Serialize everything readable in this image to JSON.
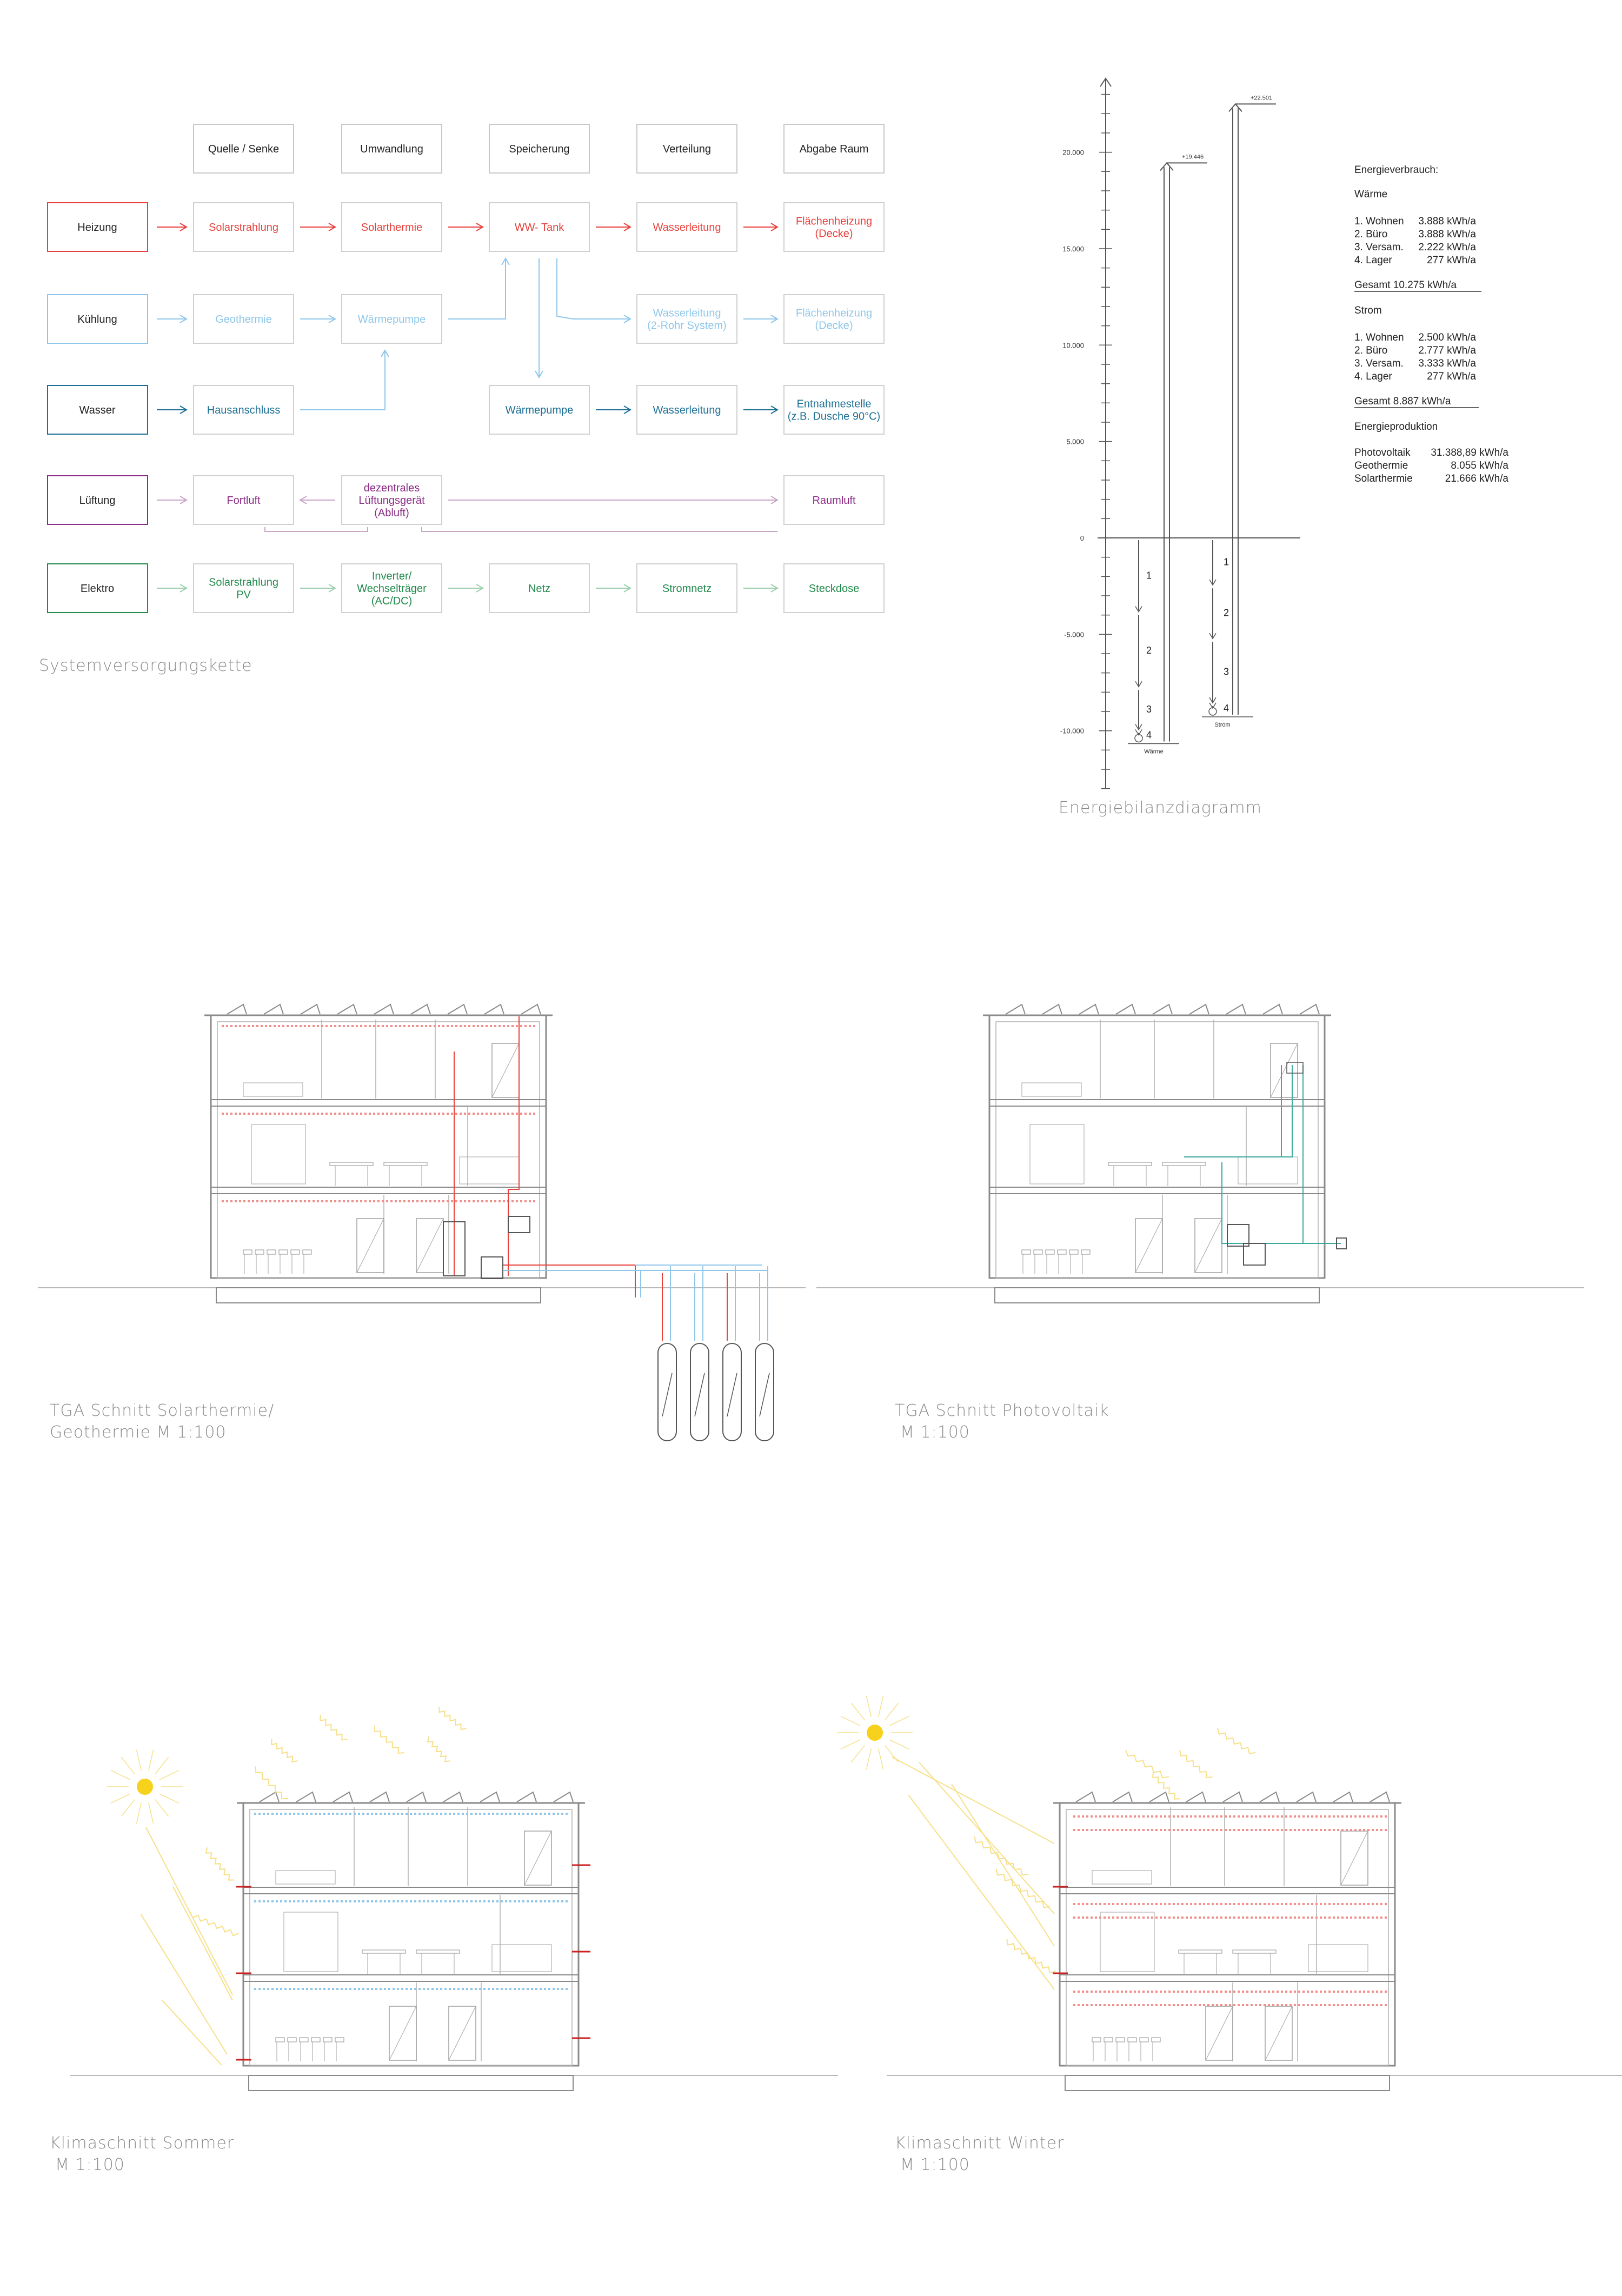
{
  "supply_chain": {
    "caption": "Systemversorgungskette",
    "headers": [
      "Quelle / Senke",
      "Umwandlung",
      "Speicherung",
      "Verteilung",
      "Abgabe Raum"
    ],
    "rows": [
      {
        "label": "Heizung",
        "color": "#e8413c",
        "cells": [
          [
            "Solarstrahlung"
          ],
          [
            "Solarthermie"
          ],
          [
            "WW- Tank"
          ],
          [
            "Wasserleitung"
          ],
          [
            "Flächenheizung",
            "(Decke)"
          ]
        ]
      },
      {
        "label": "Kühlung",
        "color": "#8fc7ea",
        "cells": [
          [
            "Geothermie"
          ],
          [
            "Wärmepumpe"
          ],
          [],
          [
            "Wasserleitung",
            "(2-Rohr System)"
          ],
          [
            "Flächenheizung",
            "(Decke)"
          ]
        ]
      },
      {
        "label": "Wasser",
        "color": "#1c6f96",
        "cells": [
          [
            "Hausanschluss"
          ],
          [],
          [
            "Wärmepumpe"
          ],
          [
            "Wasserleitung"
          ],
          [
            "Entnahmestelle",
            "(z.B. Dusche 90°C)"
          ]
        ]
      },
      {
        "label": "Lüftung",
        "color": "#8c2c86",
        "cells": [
          [
            "Fortluft"
          ],
          [
            "dezentrales",
            "Lüftungsgerät",
            "(Abluft)"
          ],
          [],
          [],
          [
            "Raumluft"
          ]
        ]
      },
      {
        "label": "Elektro",
        "color": "#1f8a4a",
        "cells": [
          [
            "Solarstrahlung",
            "PV"
          ],
          [
            "Inverter/",
            "Wechselträger",
            "(AC/DC)"
          ],
          [
            "Netz"
          ],
          [
            "Stromnetz"
          ],
          [
            "Steckdose"
          ]
        ]
      }
    ]
  },
  "chart_data": {
    "type": "bar",
    "title": "Energiebilanzdiagramm",
    "y_ticks": [
      "20.000",
      "15.000",
      "10.000",
      "5.000",
      "0",
      "-5.000",
      "-10.000"
    ],
    "ylim": [
      -13000,
      23500
    ],
    "series": [
      {
        "name": "Wärme",
        "production": 19446,
        "production_label": "+19.446",
        "consumption": [
          {
            "label": "1",
            "value": 3888
          },
          {
            "label": "2",
            "value": 3888
          },
          {
            "label": "3",
            "value": 2222
          },
          {
            "label": "4",
            "value": 277
          }
        ]
      },
      {
        "name": "Strom",
        "production": 22501,
        "production_label": "+22.501",
        "consumption": [
          {
            "label": "1",
            "value": 2500
          },
          {
            "label": "2",
            "value": 2777
          },
          {
            "label": "3",
            "value": 3333
          },
          {
            "label": "4",
            "value": 277
          }
        ]
      }
    ],
    "legend": {
      "heading": "Energieverbrauch:",
      "waerme_heading": "Wärme",
      "waerme": [
        [
          "1. Wohnen",
          "3.888 kWh/a"
        ],
        [
          "2. Büro",
          "3.888 kWh/a"
        ],
        [
          "3. Versam.",
          "2.222 kWh/a"
        ],
        [
          "4. Lager",
          "277 kWh/a"
        ]
      ],
      "waerme_total": "Gesamt     10.275 kWh/a",
      "strom_heading": "Strom",
      "strom": [
        [
          "1. Wohnen",
          "2.500 kWh/a"
        ],
        [
          "2. Büro",
          "2.777 kWh/a"
        ],
        [
          "3. Versam.",
          "3.333 kWh/a"
        ],
        [
          "4. Lager",
          "277 kWh/a"
        ]
      ],
      "strom_total": "Gesamt      8.887 kWh/a",
      "production_heading": "Energieproduktion",
      "production": [
        [
          "Photovoltaik",
          "31.388,89 kWh/a"
        ],
        [
          "Geothermie",
          "8.055 kWh/a"
        ],
        [
          "Solarthermie",
          "21.666 kWh/a"
        ]
      ]
    }
  },
  "sections": {
    "solar_geo": {
      "caption_1": "TGA Schnitt Solarthermie/",
      "caption_2": "Geothermie M 1:100"
    },
    "pv": {
      "caption_1": "TGA Schnitt Photovoltaik",
      "caption_2": "M 1:100"
    },
    "summer": {
      "caption_1": "Klimaschnitt Sommer",
      "caption_2": "M 1:100"
    },
    "winter": {
      "caption_1": "Klimaschnitt Winter",
      "caption_2": "M 1:100"
    }
  },
  "colors": {
    "red": "#e8413c",
    "light_blue": "#8fc7ea",
    "teal": "#3aa9a0",
    "green": "#1f8a4a",
    "sun": "#f6d21c",
    "ray": "#f6e08a",
    "line": "#8a8a8a"
  }
}
